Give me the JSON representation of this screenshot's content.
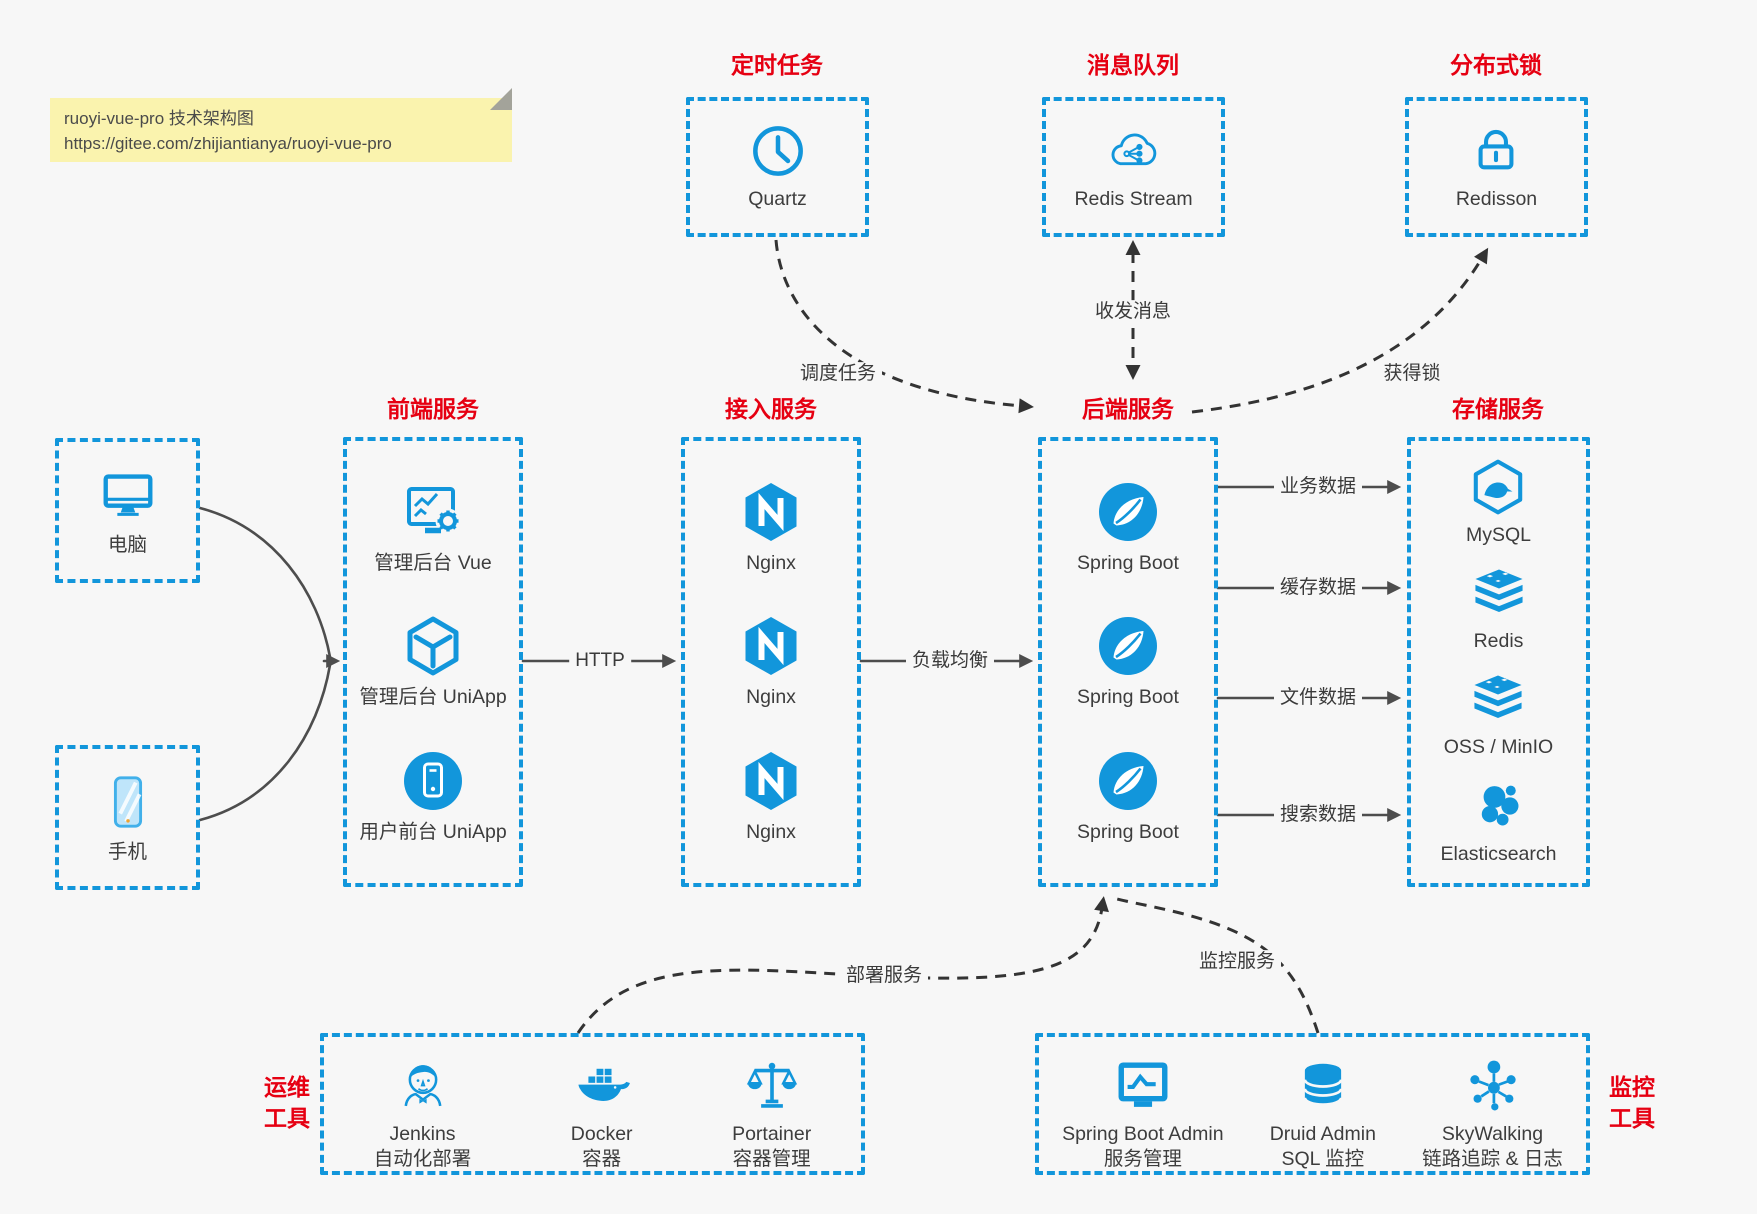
{
  "note": {
    "line1": "ruoyi-vue-pro 技术架构图",
    "line2": "https://gitee.com/zhijiantianya/ruoyi-vue-pro"
  },
  "top_groups": [
    {
      "title": "定时任务",
      "icon": "clock-icon",
      "label": "Quartz"
    },
    {
      "title": "消息队列",
      "icon": "message-cloud-icon",
      "label": "Redis Stream"
    },
    {
      "title": "分布式锁",
      "icon": "lock-icon",
      "label": "Redisson"
    }
  ],
  "clients": [
    {
      "icon": "desktop-icon",
      "label": "电脑"
    },
    {
      "icon": "mobile-icon",
      "label": "手机"
    }
  ],
  "columns": {
    "frontend": {
      "title": "前端服务",
      "items": [
        {
          "icon": "admin-vue-icon",
          "label": "管理后台 Vue"
        },
        {
          "icon": "uniapp-cube-icon",
          "label": "管理后台 UniApp"
        },
        {
          "icon": "user-app-icon",
          "label": "用户前台 UniApp"
        }
      ]
    },
    "gateway": {
      "title": "接入服务",
      "items": [
        {
          "icon": "nginx-icon",
          "label": "Nginx"
        },
        {
          "icon": "nginx-icon",
          "label": "Nginx"
        },
        {
          "icon": "nginx-icon",
          "label": "Nginx"
        }
      ]
    },
    "backend": {
      "title": "后端服务",
      "items": [
        {
          "icon": "spring-icon",
          "label": "Spring Boot"
        },
        {
          "icon": "spring-icon",
          "label": "Spring Boot"
        },
        {
          "icon": "spring-icon",
          "label": "Spring Boot"
        }
      ]
    },
    "storage": {
      "title": "存储服务",
      "items": [
        {
          "icon": "mysql-icon",
          "label": "MySQL"
        },
        {
          "icon": "redis-icon",
          "label": "Redis"
        },
        {
          "icon": "oss-icon",
          "label": "OSS / MinIO"
        },
        {
          "icon": "elasticsearch-icon",
          "label": "Elasticsearch"
        }
      ]
    }
  },
  "bottom_groups": {
    "ops": {
      "title_line1": "运维",
      "title_line2": "工具",
      "items": [
        {
          "icon": "jenkins-icon",
          "label": "Jenkins",
          "sublabel": "自动化部署"
        },
        {
          "icon": "docker-icon",
          "label": "Docker",
          "sublabel": "容器"
        },
        {
          "icon": "portainer-icon",
          "label": "Portainer",
          "sublabel": "容器管理"
        }
      ]
    },
    "monitoring": {
      "title_line1": "监控",
      "title_line2": "工具",
      "items": [
        {
          "icon": "spring-boot-admin-icon",
          "label": "Spring Boot Admin",
          "sublabel": "服务管理"
        },
        {
          "icon": "druid-icon",
          "label": "Druid Admin",
          "sublabel": "SQL 监控"
        },
        {
          "icon": "skywalking-icon",
          "label": "SkyWalking",
          "sublabel": "链路追踪 & 日志"
        }
      ]
    }
  },
  "edges": {
    "http": "HTTP",
    "load_balance": "负载均衡",
    "schedule": "调度任务",
    "message": "收发消息",
    "lock": "获得锁",
    "deploy": "部署服务",
    "monitor": "监控服务",
    "business_data": "业务数据",
    "cache_data": "缓存数据",
    "file_data": "文件数据",
    "search_data": "搜索数据"
  },
  "colors": {
    "accent": "#1296db",
    "title_red": "#e60012",
    "note_bg": "#faf3ae",
    "text": "#3d3d3d",
    "solid_arrow": "#4d4d4d",
    "dashed_arrow": "#333333",
    "background": "#f7f7f7"
  }
}
